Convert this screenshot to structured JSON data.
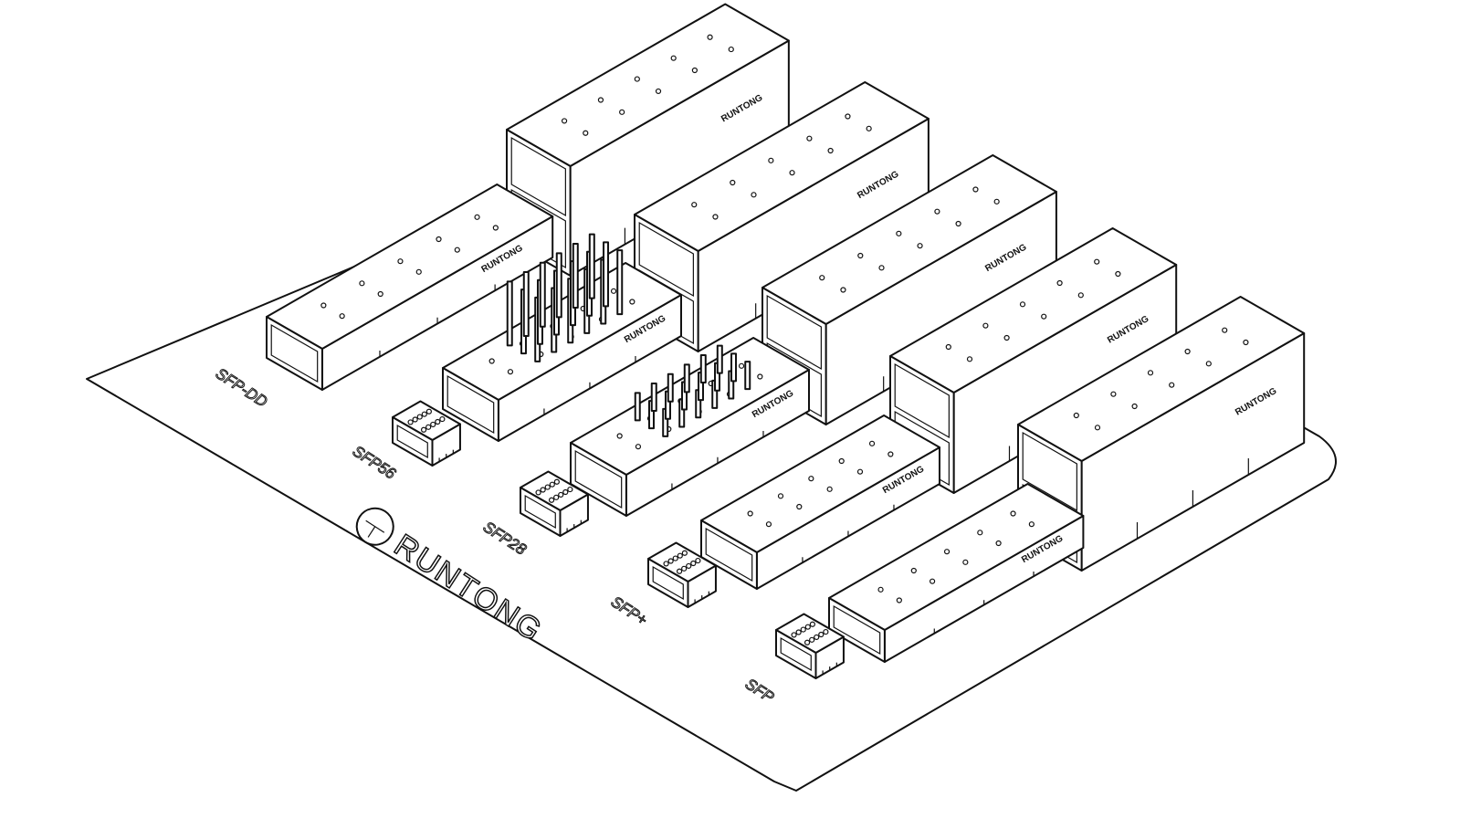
{
  "brand": "RUNTONG",
  "part_marking": "RUNTONG",
  "labels": [
    "SFP-DD",
    "SFP56",
    "SFP28",
    "SFP+",
    "SFP"
  ],
  "colors": {
    "line": "#111111",
    "background": "#ffffff"
  }
}
